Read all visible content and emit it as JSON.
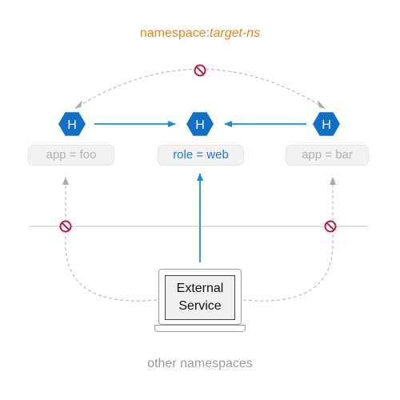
{
  "namespace": {
    "prefix": "namespace:",
    "value": "target-ns"
  },
  "pods": [
    {
      "icon": "H",
      "label": "app = foo",
      "state": "blocked"
    },
    {
      "icon": "H",
      "label": "role = web",
      "state": "allowed"
    },
    {
      "icon": "H",
      "label": "app = bar",
      "state": "blocked"
    }
  ],
  "external_service": {
    "line1": "External",
    "line2": "Service"
  },
  "other_namespaces_label": "other namespaces",
  "colors": {
    "accent_blue": "#1a7bd4",
    "hex_blue": "#1070c8",
    "namespace_orange": "#e8841a",
    "deny_red": "#c0163a",
    "dashed_gray": "#bbbbbb"
  },
  "icons": {
    "pod": "hexagon-pod-icon",
    "deny": "no-entry-icon",
    "laptop": "laptop-icon"
  }
}
